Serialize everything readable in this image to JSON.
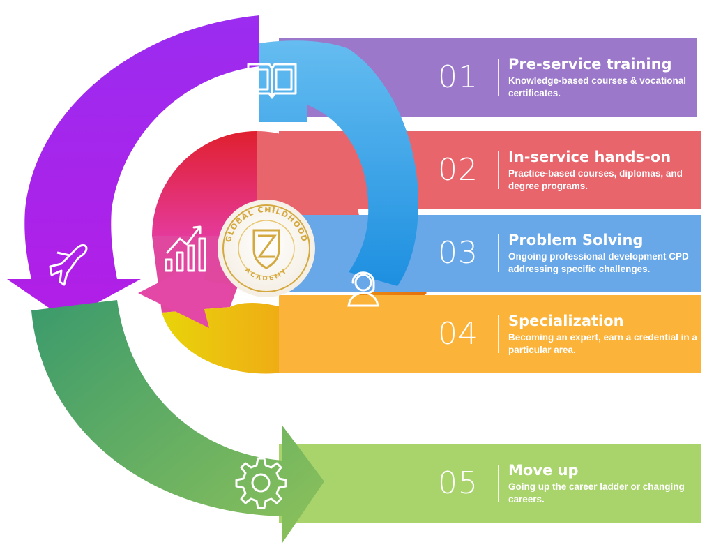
{
  "steps": [
    {
      "number": "01",
      "title": "Pre-service training",
      "description": "Knowledge-based courses & vocational certificates.",
      "color": "#9b78c9",
      "icon": "book-icon"
    },
    {
      "number": "02",
      "title": "In-service hands-on",
      "description": "Practice-based courses, diplomas, and degree programs.",
      "color": "#e8656c",
      "icon": "growth-chart-icon"
    },
    {
      "number": "03",
      "title": "Problem Solving",
      "description": "Ongoing professional development CPD addressing specific challenges.",
      "color": "#68a7e8",
      "icon": "headset-agent-icon"
    },
    {
      "number": "04",
      "title": "Specialization",
      "description": "Becoming an expert, earn a credential in a particular area.",
      "color": "#fbb33a",
      "icon": "airplane-icon"
    },
    {
      "number": "05",
      "title": "Move up",
      "description": "Going up the career ladder or changing careers.",
      "color": "#a9d46c",
      "icon": "gear-icon"
    }
  ],
  "badge": {
    "top_text": "GLOBAL CHILDHOOD",
    "bottom_text": "ACADEMY",
    "colors": {
      "gold": "#d4a93f",
      "light_gold": "#e9c873"
    }
  },
  "colors": {
    "purple_arrow": "#8b1fef",
    "blue_arrow": "#3faee8",
    "green_arrow": "#6fb24f",
    "orange_arrow": "#f08a12"
  }
}
